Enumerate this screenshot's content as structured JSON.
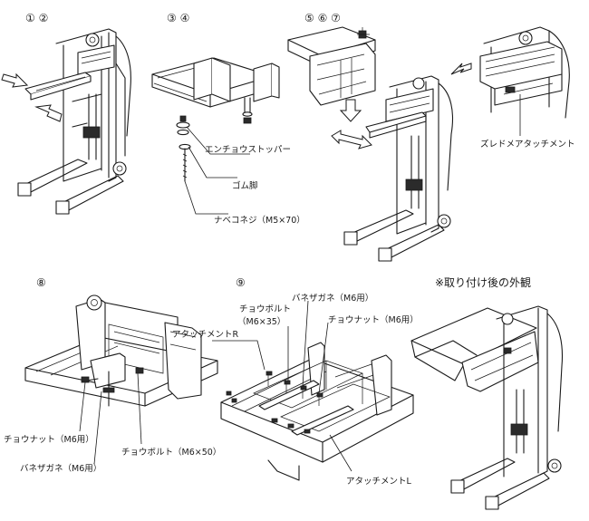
{
  "steps": {
    "s12": "① ②",
    "s34": "③ ④",
    "s567": "⑤ ⑥ ⑦",
    "s8": "⑧",
    "s9": "⑨"
  },
  "after_title": "※取り付け後の外観",
  "labels": {
    "stopper": "エンチョウストッパー",
    "rubber_foot": "ゴム脚",
    "pan_screw": "ナベコネジ（M5×70）",
    "sled_attachment": "ズレドメアタッチメント",
    "attach_r": "アタッチメントR",
    "bolt_35_a": "チョウボルト",
    "bolt_35_b": "（M6×35）",
    "spring_washer_top": "バネザガネ（M6用）",
    "nut_top": "チョウナット（M6用）",
    "attach_l": "アタッチメントL",
    "nut_left": "チョウナット（M6用）",
    "spring_washer_left": "バネザガネ（M6用）",
    "bolt_50": "チョウボルト（M6×50）"
  },
  "icons": {
    "insert_arrows": "double-arrow-icon",
    "down_arrow": "down-arrow-icon"
  }
}
